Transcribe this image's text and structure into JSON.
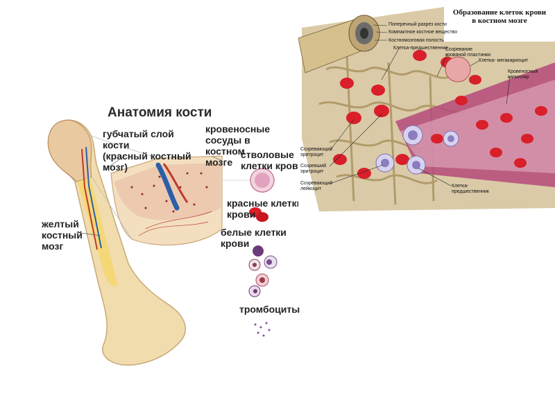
{
  "left_panel": {
    "title": "Анатомия кости",
    "labels": {
      "spongy": "губчатый слой кости\n(красный костный\nмозг)",
      "vessels": "кровеносные\nсосуды в костном\nмозге",
      "stem_cells": "стволовые\nклетки крови",
      "yellow_marrow": "желтый\nкостный\nмозг",
      "red_cells": "красные клетки\nкрови",
      "white_cells": "белые клетки\nкрови",
      "platelets": "тромбоциты"
    }
  },
  "right_panel": {
    "title": "Образование клеток крови\nв костном мозге",
    "labels": {
      "cross_section": "Поперечный разрез кости",
      "compact": "Компактное костное вещество",
      "cavity": "Костномозговая полость",
      "precursor_top": "Клетка-предшественник",
      "platelet_maturation": "Созревание\nкровяной пластинки",
      "megakaryocyte": "Клетка- мегакариоцит",
      "capillary": "Кровеносный\nкапилляр",
      "maturing_erythrocyte": "Созревающий\nэритроцит",
      "mature_erythrocyte": "Созревший\nэритроцит",
      "maturing_leukocyte": "Созревающий\nлейкоцит",
      "precursor_bottom": "Клетка-\nпредшественник"
    }
  },
  "colors": {
    "bone": "#f1dcae",
    "bone_dark": "#d9bd86",
    "marrow_red": "#c0392b",
    "vessel_blue": "#2c5fa8",
    "tissue_tan": "#c9b07c",
    "erythrocyte": "#d81f2a",
    "leukocyte": "#b7a8d8"
  }
}
